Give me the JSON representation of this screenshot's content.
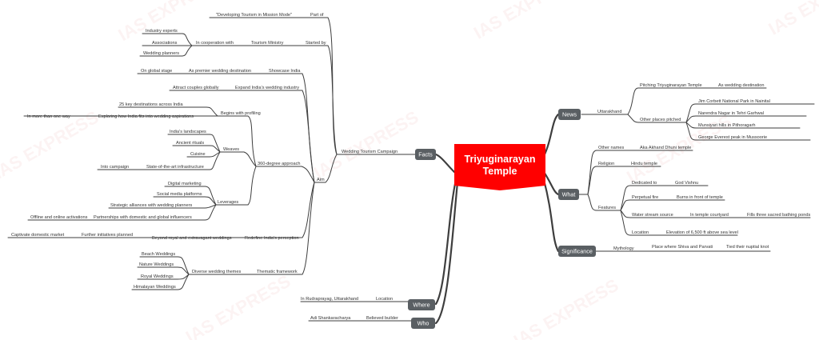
{
  "watermark": "IAS EXPRESS",
  "center": {
    "line1": "Triyuginarayan",
    "line2": "Temple",
    "color": "#ff0000"
  },
  "colors": {
    "category": "#5a5f63",
    "branch": "#3e3e3e",
    "leaf_line": "#bbbbbb"
  },
  "facts": {
    "label": "Facts",
    "campaign": "Wedding Tourism Campaign",
    "part_of": "Part of",
    "developing": "\"Developing Tourism in Mission Mode\"",
    "started_by": "Started by",
    "ministry": "Tourism Ministry",
    "cooperation": "In cooperation with",
    "industry_experts": "Industry experts",
    "associations": "Associations",
    "wedding_planners": "Wedding planners",
    "aim": "Aim",
    "showcase": "Showcase India",
    "premier": "As premier wedding destination",
    "global_stage": "On global stage",
    "expand": "Expand India's wedding industry",
    "attract": "Attract couples globally",
    "approach": "360-degree approach",
    "begins": "Begins with profiling",
    "destinations": "25 key destinations across India",
    "exploring": "Exploring how India fits into wedding aspirations",
    "more_than": "In more than one way",
    "weaves": "Weaves",
    "landscapes": "India's landscapes",
    "rituals": "Ancient rituals",
    "cuisine": "Cuisine",
    "infra": "State-of-the-art infrastructure",
    "into_campaign": "Into campaign",
    "leverages": "Leverages",
    "digital": "Digital marketing",
    "social": "Social media platforms",
    "alliances": "Strategic alliances with wedding planners",
    "partnerships": "Partnerships with domestic and global influencers",
    "offline": "Offline and online activations",
    "redefine": "Redefine India's perception",
    "beyond": "Beyond royal and extravagant weddings",
    "further": "Further initiatives planned",
    "captivate": "Captivate domestic market",
    "thematic": "Thematic framework",
    "diverse": "Diverse wedding themes",
    "beach": "Beach Weddings",
    "nature": "Nature Weddings",
    "royal": "Royal Weddings",
    "himalayan": "Himalayan Weddings"
  },
  "where": {
    "label": "Where",
    "location": "Location",
    "value": "In Rudraprayag, Uttarakhand"
  },
  "who": {
    "label": "Who",
    "believed": "Believed builder",
    "value": "Adi Shankaracharya"
  },
  "news": {
    "label": "News",
    "uttarakhand": "Uttarakhand",
    "pitching": "Pitching Triyuginarayan Temple",
    "as_destination": "As wedding destination",
    "other_places": "Other places pitched",
    "corbett": "Jim Corbett National Park in Nainital",
    "narendra": "Narendra Nagar in Tehri Garhwal",
    "munsiyari": "Munsiyari hills in Pithoragarh",
    "everest": "George Everest peak in Mussoorie"
  },
  "what": {
    "label": "What",
    "other_names": "Other names",
    "aka": "Aka Akhand Dhuni temple",
    "religion": "Religion",
    "hindu": "Hindu temple",
    "features": "Features",
    "dedicated": "Dedicated to",
    "vishnu": "God Vishnu",
    "perpetual": "Perpetual fire",
    "burns": "Burns in front of temple",
    "stream": "Water stream source",
    "courtyard": "In temple courtyard",
    "fills": "Fills three sacred bathing ponds",
    "location": "Location",
    "elevation": "Elevation of 6,500 ft above sea level"
  },
  "significance": {
    "label": "Significance",
    "mythology": "Mythology",
    "place": "Place where Shiva and Parvati",
    "tied": "Tied their nuptial knot"
  }
}
